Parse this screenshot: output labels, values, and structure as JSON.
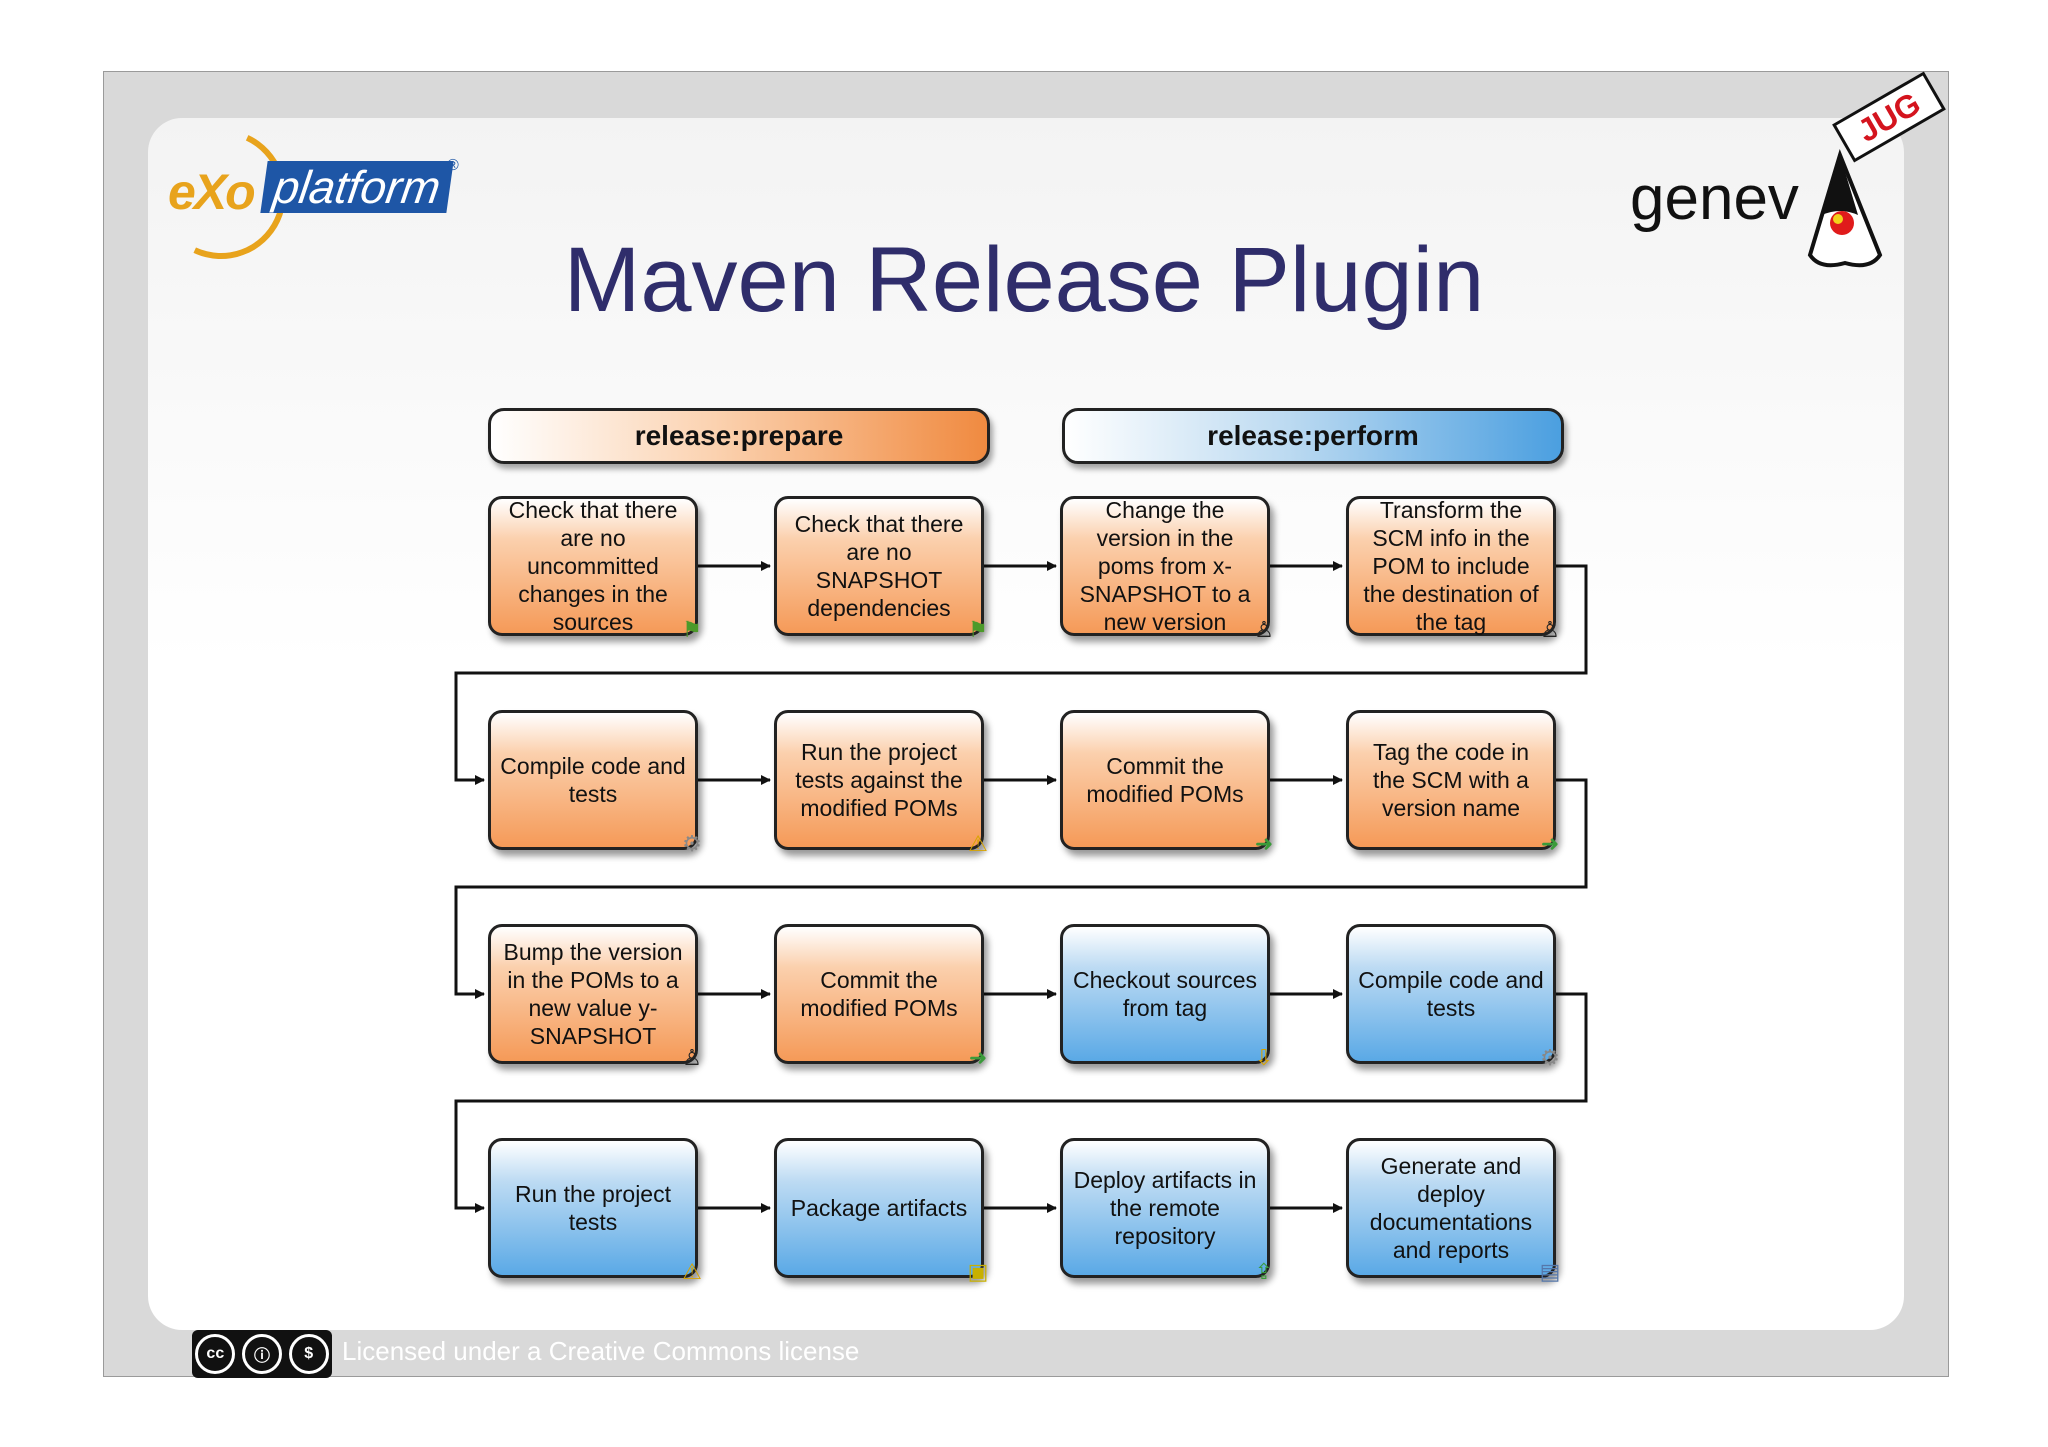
{
  "title": "Maven Release Plugin",
  "logos": {
    "exo_left": "eXo",
    "exo_right": "platform",
    "exo_reg": "®",
    "geneva_word": "genev",
    "jug_flag": "JUG"
  },
  "phases": {
    "prepare": "release:prepare",
    "perform": "release:perform"
  },
  "steps": [
    {
      "text": "Check that there are no uncommitted changes in the sources",
      "color": "orange",
      "icon": "flag-icon"
    },
    {
      "text": "Check that there are no SNAPSHOT dependencies",
      "color": "orange",
      "icon": "flag-icon"
    },
    {
      "text": "Change the version in the poms from x-SNAPSHOT to a new version",
      "color": "orange",
      "icon": "user-icon"
    },
    {
      "text": "Transform the SCM info in the POM to include the destination of the tag",
      "color": "orange",
      "icon": "user-icon"
    },
    {
      "text": "Compile code and tests",
      "color": "orange",
      "icon": "gear-icon"
    },
    {
      "text": "Run the project tests against the modified POMs",
      "color": "orange",
      "icon": "test-warning-icon"
    },
    {
      "text": "Commit the modified POMs",
      "color": "orange",
      "icon": "export-icon"
    },
    {
      "text": "Tag the code in the SCM with a version name",
      "color": "orange",
      "icon": "export-icon"
    },
    {
      "text": "Bump the version in the POMs to a new value y-SNAPSHOT",
      "color": "orange",
      "icon": "user-icon"
    },
    {
      "text": "Commit the modified POMs",
      "color": "orange",
      "icon": "export-icon"
    },
    {
      "text": "Checkout sources from tag",
      "color": "blue",
      "icon": "checkout-icon"
    },
    {
      "text": "Compile code and tests",
      "color": "blue",
      "icon": "gear-icon"
    },
    {
      "text": "Run the project tests",
      "color": "blue",
      "icon": "test-warning-icon"
    },
    {
      "text": "Package artifacts",
      "color": "blue",
      "icon": "package-icon"
    },
    {
      "text": "Deploy artifacts in the remote repository",
      "color": "blue",
      "icon": "deploy-icon"
    },
    {
      "text": "Generate and deploy documentations and reports",
      "color": "blue",
      "icon": "document-icon"
    }
  ],
  "license": {
    "badge": "cc",
    "text": "Licensed under a Creative Commons license"
  },
  "colors": {
    "title": "#2f2d6b",
    "orange": "#f59a58",
    "blue": "#5aa9e6"
  }
}
